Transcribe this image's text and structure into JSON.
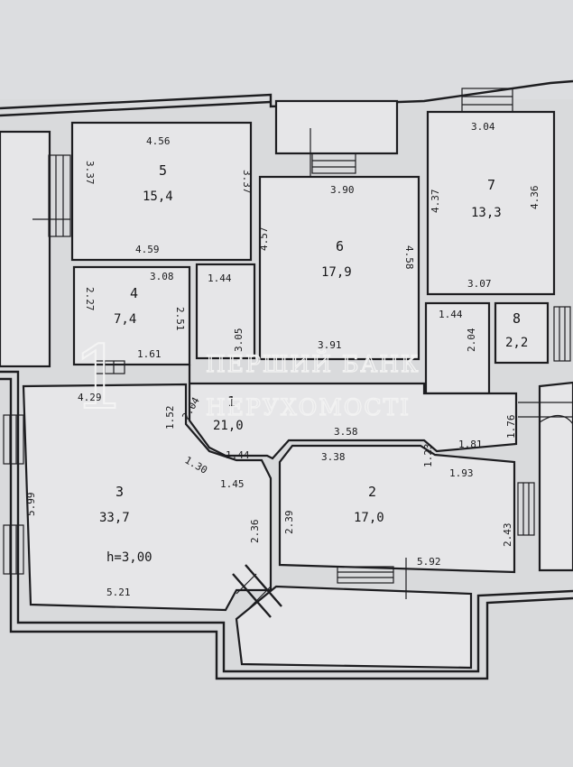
{
  "watermark": {
    "line1": "ПЕРШИЙ БАНК",
    "line2": "НЕРУХОМОСТІ",
    "logo_char": "1"
  },
  "colors": {
    "background": "#d9dadc",
    "room_fill": "#e6e6e8",
    "lines": "#1d1d20",
    "watermark": "#f2f2f2"
  },
  "rooms": [
    {
      "id": "1",
      "number": "1",
      "area": "21,0"
    },
    {
      "id": "2",
      "number": "2",
      "area": "17,0"
    },
    {
      "id": "3",
      "number": "3",
      "area": "33,7",
      "height": "h=3,00"
    },
    {
      "id": "4",
      "number": "4",
      "area": "7,4"
    },
    {
      "id": "5",
      "number": "5",
      "area": "15,4"
    },
    {
      "id": "6",
      "number": "6",
      "area": "17,9"
    },
    {
      "id": "7",
      "number": "7",
      "area": "13,3"
    },
    {
      "id": "8",
      "number": "8",
      "area": "2,2"
    }
  ],
  "dimensions": [
    "4.56",
    "3.37",
    "4.59",
    "3.37",
    "3.08",
    "2.27",
    "2.51",
    "1.61",
    "3.90",
    "4.57",
    "4.58",
    "3.91",
    "3.04",
    "4.37",
    "4.36",
    "3.07",
    "1.44",
    "3.05",
    "1.44",
    "2.04",
    "4.29",
    "5.99",
    "5.21",
    "1.52",
    "2.04",
    "1.30",
    "1.45",
    "2.36",
    "1.44",
    "3.58",
    "3.38",
    "2.39",
    "5.92",
    "1.93",
    "2.43",
    "1.81",
    "1.76",
    "1.23"
  ]
}
